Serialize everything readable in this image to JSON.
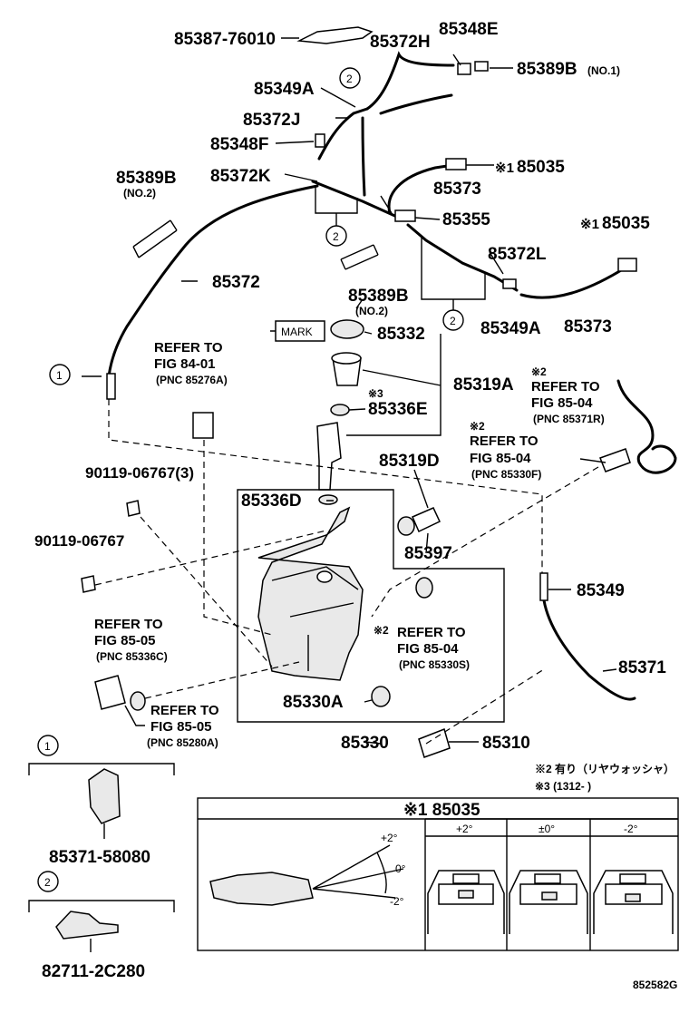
{
  "parts": {
    "p85387": "85387-76010",
    "p85372H": "85372H",
    "p85348E": "85348E",
    "p85389B_top": "85389B",
    "no1": "(NO.1)",
    "p85349A_top": "85349A",
    "p85372J": "85372J",
    "p85348F": "85348F",
    "p85372K": "85372K",
    "p85389B_left": "85389B",
    "no2_left": "(NO.2)",
    "p85035_a": "85035",
    "p85373_a": "85373",
    "p85355": "85355",
    "p85035_b": "85035",
    "p85372L": "85372L",
    "p85372": "85372",
    "p85389B_mid": "85389B",
    "no2_mid": "(NO.2)",
    "p85349A_mid": "85349A",
    "p85373_b": "85373",
    "mark": "MARK",
    "p85332": "85332",
    "p85319A": "85319A",
    "p85336E": "85336E",
    "p85319D": "85319D",
    "p85397": "85397",
    "p85336D": "85336D",
    "p85349": "85349",
    "p85371": "85371",
    "p85330A": "85330A",
    "p85330": "85330",
    "p85310": "85310",
    "bolt1": "90119-06767(3)",
    "bolt2": "90119-06767",
    "p85371_58080": "85371-58080",
    "p82711": "82711-2C280",
    "drawing_no": "852582G"
  },
  "marks": {
    "m1": "※1",
    "m1b": "※1",
    "m2a": "※2",
    "m2b": "※2",
    "m2c": "※2",
    "m3": "※3"
  },
  "refs": {
    "r1_l1": "REFER TO",
    "r1_l2": "FIG 84-01",
    "r1_l3": "(PNC 85276A)",
    "r2_l1": "REFER TO",
    "r2_l2": "FIG 85-04",
    "r2_l3": "(PNC 85371R)",
    "r3_l1": "REFER TO",
    "r3_l2": "FIG 85-04",
    "r3_l3": "(PNC 85330F)",
    "r4_l1": "REFER TO",
    "r4_l2": "FIG 85-05",
    "r4_l3": "(PNC 85336C)",
    "r5_l1": "REFER TO",
    "r5_l2": "FIG 85-04",
    "r5_l3": "(PNC 85330S)",
    "r6_l1": "REFER TO",
    "r6_l2": "FIG 85-05",
    "r6_l3": "(PNC 85280A)"
  },
  "callouts": {
    "c1": "1",
    "c2": "2"
  },
  "legend": {
    "note2": "※2 有り（リヤウォッシャ）",
    "note3": "※3 (1312-      )"
  },
  "detail": {
    "title": "※1 85035",
    "col1": "+2°",
    "col2": "±0°",
    "col3": "-2°",
    "angle_plus": "+2°",
    "angle_zero": "0°",
    "angle_minus": "-2°"
  }
}
